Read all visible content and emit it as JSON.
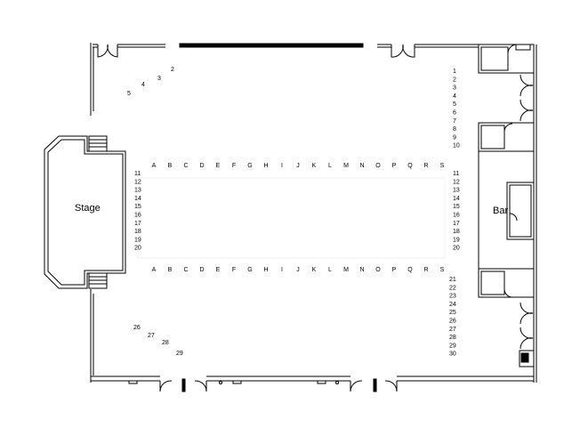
{
  "stage_label": "Stage",
  "bar_label": "Bar",
  "columns": [
    "A",
    "B",
    "C",
    "D",
    "E",
    "F",
    "G",
    "H",
    "I",
    "J",
    "K",
    "L",
    "M",
    "N",
    "O",
    "P",
    "Q",
    "R",
    "S"
  ],
  "left_rows": [
    "11",
    "12",
    "13",
    "14",
    "15",
    "16",
    "17",
    "18",
    "19",
    "20"
  ],
  "right_top_rows": [
    "1",
    "2",
    "3",
    "4",
    "5",
    "6",
    "7",
    "8",
    "9",
    "10"
  ],
  "right_mid_rows": [
    "11",
    "12",
    "13",
    "14",
    "15",
    "16",
    "17",
    "18",
    "19",
    "20"
  ],
  "right_bottom_rows": [
    "21",
    "22",
    "23",
    "24",
    "25",
    "26",
    "27",
    "28",
    "29",
    "30"
  ],
  "top_left_diagonal": [
    "2",
    "3",
    "4",
    "5"
  ],
  "bottom_left_diagonal": [
    "26",
    "27",
    "28",
    "29"
  ]
}
